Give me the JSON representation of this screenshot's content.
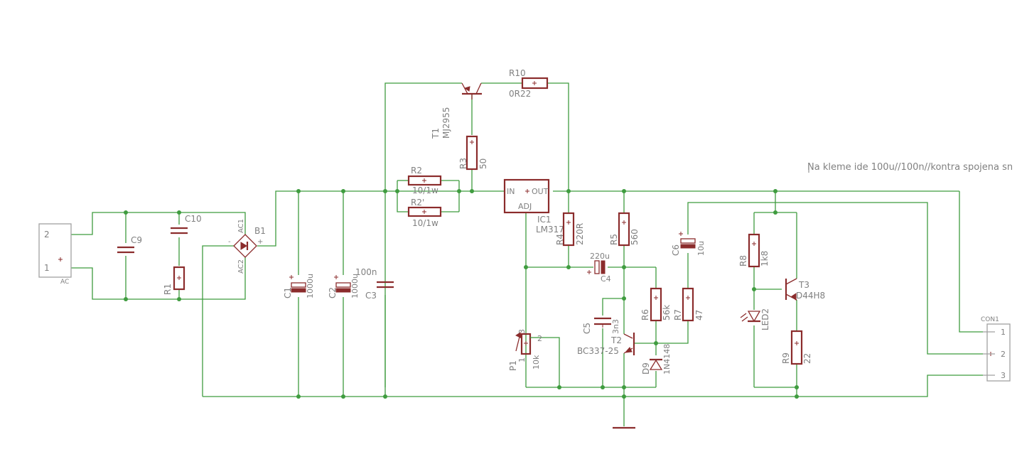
{
  "note": "Na kleme ide 100u//100n//kontra spojena sn",
  "labels": {
    "R10": "R10",
    "R10_val": "0R22",
    "T1": "T1",
    "T1_val": "MJ2955",
    "R3": "R3",
    "R3_val": "50",
    "R2": "R2",
    "R2_val": "10/1w",
    "R2p": "R2'",
    "R2p_val": "10/1w",
    "IC1": "IC1",
    "IC1_val": "LM317",
    "IC1_in": "IN",
    "IC1_out": "OUT",
    "IC1_adj": "ADJ",
    "R4": "R4",
    "R4_val": "220R",
    "R5": "R5",
    "R5_val": "560",
    "C6": "C6",
    "C6_val": "10u",
    "R8": "R8",
    "R8_val": "1k8",
    "T3": "T3",
    "T3_val": "D44H8",
    "LED2": "LED2",
    "R9": "R9",
    "R9_val": "22",
    "C4": "C4",
    "C4_val": "220u",
    "C5": "C5",
    "C5_val": "3n3",
    "R6": "R6",
    "R6_val": "56k",
    "R7": "R7",
    "R7_val": "47",
    "T2": "T2",
    "T2_val": "BC337-25",
    "D9": "D9",
    "D9_val": "1N4148",
    "P1": "P1",
    "P1_val": "10k",
    "P1_pin1": "1",
    "P1_pin2": "2",
    "P1_pin3": "3",
    "C1": "C1",
    "C1_val": "1000u",
    "C2": "C2",
    "C2_val": "1000u",
    "C3": "C3",
    "C3_val": "100n",
    "B1": "B1",
    "B1_ac1": "AC1",
    "B1_ac2": "AC2",
    "B1_plus": "+",
    "B1_minus": "-",
    "C9": "C9",
    "C10": "C10",
    "R1": "R1",
    "AC": "AC",
    "AC_pin1": "1",
    "AC_pin2": "2",
    "CON1": "CON1",
    "CON1_pin1": "1",
    "CON1_pin2": "2",
    "CON1_pin3": "3"
  }
}
